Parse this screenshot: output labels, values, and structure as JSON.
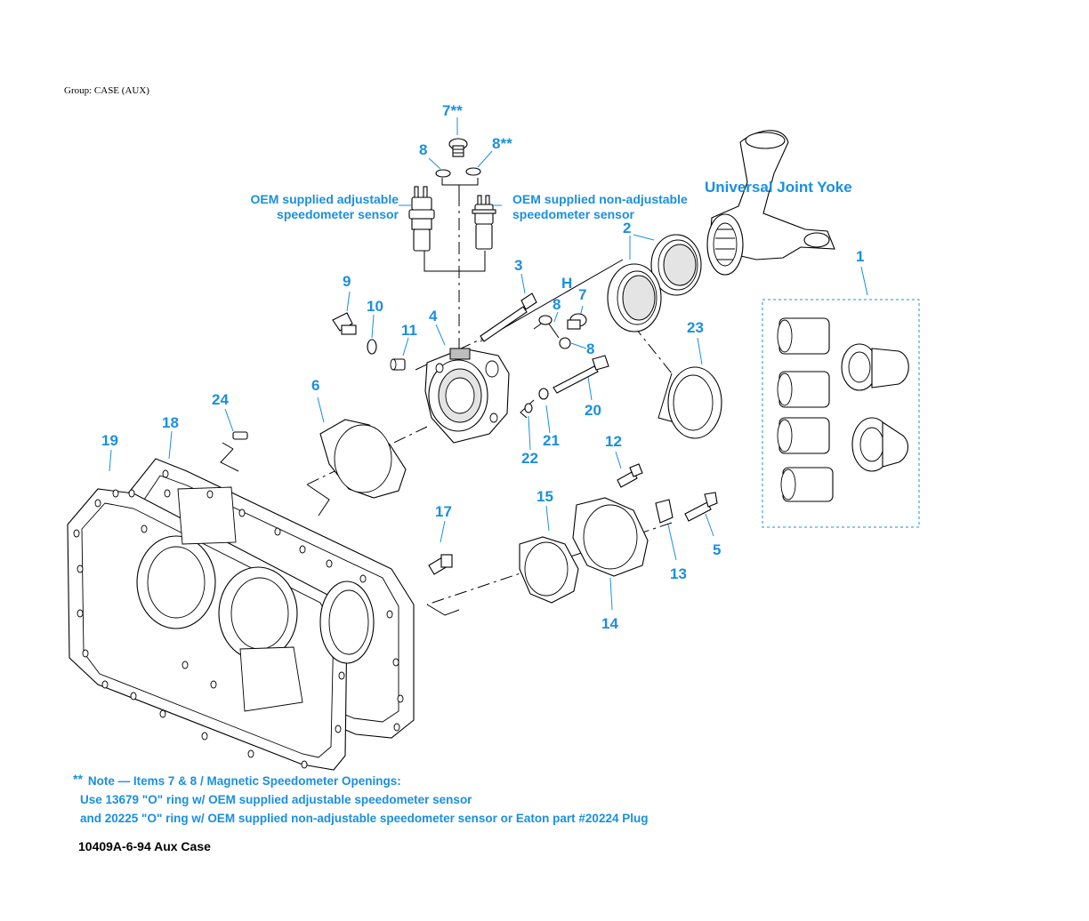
{
  "group_label": "Group: CASE (AUX)",
  "callouts": [
    {
      "id": "c7a",
      "text": "7**"
    },
    {
      "id": "c8a",
      "text": "8"
    },
    {
      "id": "c8b",
      "text": "8**"
    },
    {
      "id": "c2",
      "text": "2"
    },
    {
      "id": "c1",
      "text": "1"
    },
    {
      "id": "c3",
      "text": "3"
    },
    {
      "id": "cH",
      "text": "H"
    },
    {
      "id": "c7b",
      "text": "7"
    },
    {
      "id": "c8c",
      "text": "8"
    },
    {
      "id": "c8d",
      "text": "8"
    },
    {
      "id": "c9",
      "text": "9"
    },
    {
      "id": "c10",
      "text": "10"
    },
    {
      "id": "c11",
      "text": "11"
    },
    {
      "id": "c4",
      "text": "4"
    },
    {
      "id": "c23",
      "text": "23"
    },
    {
      "id": "c6",
      "text": "6"
    },
    {
      "id": "c20",
      "text": "20"
    },
    {
      "id": "c21",
      "text": "21"
    },
    {
      "id": "c22",
      "text": "22"
    },
    {
      "id": "c24",
      "text": "24"
    },
    {
      "id": "c18",
      "text": "18"
    },
    {
      "id": "c19",
      "text": "19"
    },
    {
      "id": "c12",
      "text": "12"
    },
    {
      "id": "c17",
      "text": "17"
    },
    {
      "id": "c15",
      "text": "15"
    },
    {
      "id": "c5",
      "text": "5"
    },
    {
      "id": "c13",
      "text": "13"
    },
    {
      "id": "c14",
      "text": "14"
    }
  ],
  "annotations": {
    "oem_adjustable_line1": "OEM supplied adjustable",
    "oem_adjustable_line2": "speedometer sensor",
    "oem_nonadjustable_line1": "OEM supplied non-adjustable",
    "oem_nonadjustable_line2": "speedometer sensor",
    "yoke": "Universal Joint Yoke"
  },
  "note": {
    "marker": "**",
    "line1": "Note — Items 7 & 8  / Magnetic Speedometer Openings:",
    "line2": "Use 13679 \"O\" ring w/ OEM supplied adjustable speedometer sensor",
    "line3": "and 20225 \"O\" ring  w/ OEM supplied non-adjustable speedometer sensor or Eaton part #20224 Plug"
  },
  "figure_id": "10409A-6-94 Aux Case",
  "colors": {
    "callout": "#1a8fe0",
    "linework": "#000000",
    "background": "#ffffff"
  }
}
